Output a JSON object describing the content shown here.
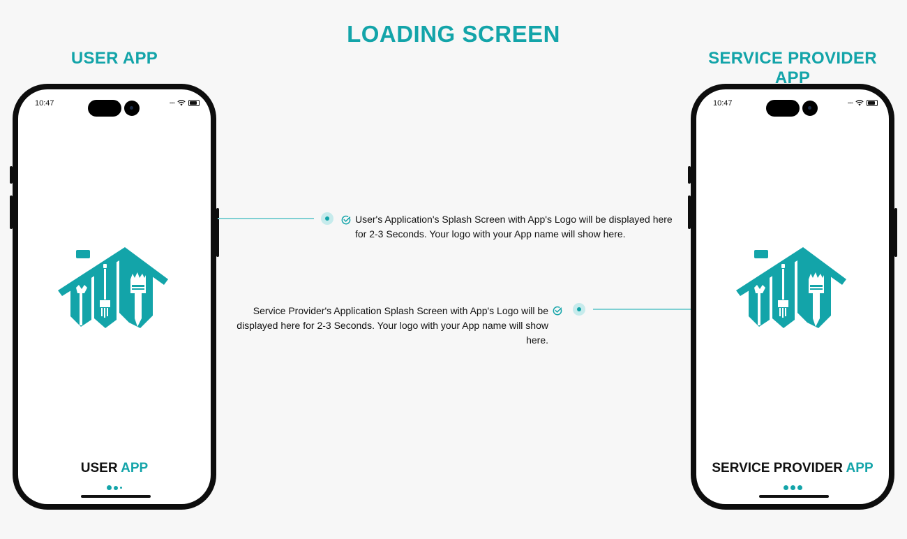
{
  "page": {
    "title": "LOADING SCREEN"
  },
  "user_section": {
    "title": "USER APP",
    "status_time": "10:47",
    "app_name_primary": "USER",
    "app_name_accent": "APP"
  },
  "provider_section": {
    "title": "SERVICE PROVIDER APP",
    "status_time": "10:47",
    "app_name_primary": "SERVICE PROVIDER",
    "app_name_accent": "APP"
  },
  "annotations": {
    "user_description": "User's Application's Splash Screen with App's Logo will be displayed here for 2-3 Seconds. Your logo with your App name will show here.",
    "provider_description": "Service Provider's Application Splash Screen with App's Logo will be displayed here for 2-3 Seconds. Your logo with your App name will show here."
  },
  "icons": [
    "check-circle-icon",
    "wifi-icon",
    "battery-icon",
    "home-service-logo"
  ],
  "colors": {
    "accent": "#13a4a9",
    "background": "#f7f7f7",
    "connector": "#7fd0d3"
  }
}
